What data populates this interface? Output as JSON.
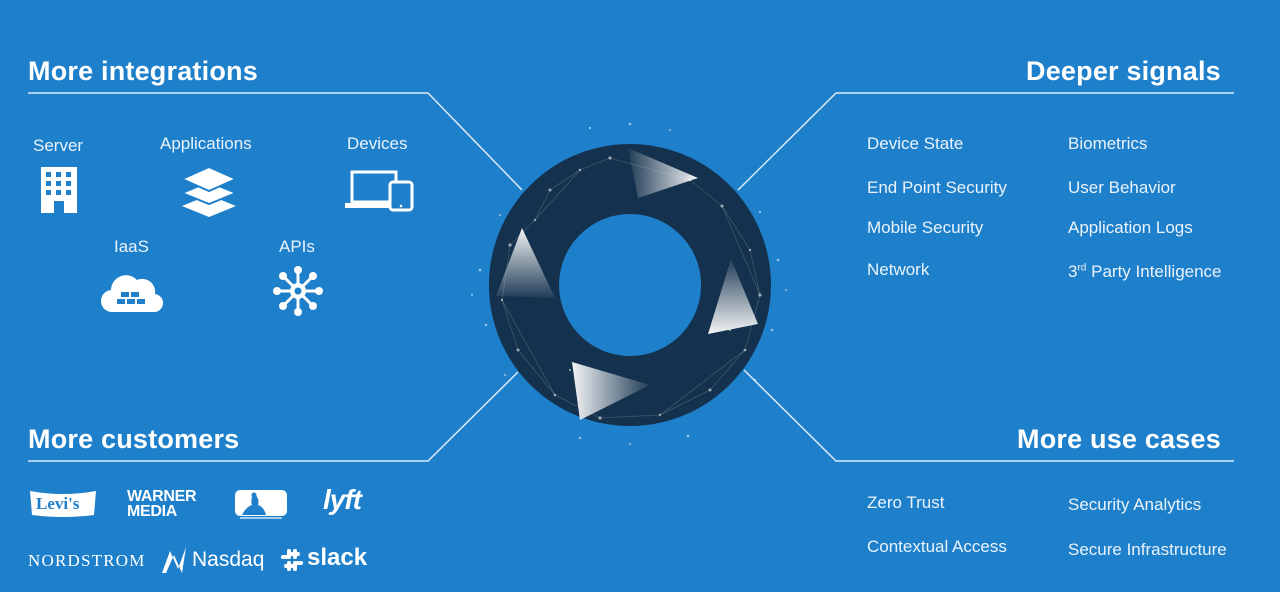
{
  "sections": {
    "integrations": {
      "title": "More integrations",
      "items": [
        {
          "label": "Server",
          "icon": "building-icon"
        },
        {
          "label": "Applications",
          "icon": "layers-icon"
        },
        {
          "label": "Devices",
          "icon": "devices-icon"
        },
        {
          "label": "IaaS",
          "icon": "cloud-icon"
        },
        {
          "label": "APIs",
          "icon": "network-hub-icon"
        }
      ]
    },
    "signals": {
      "title": "Deeper signals",
      "items": [
        "Device State",
        "Biometrics",
        "End Point Security",
        "User Behavior",
        "Mobile Security",
        "Application Logs",
        "Network",
        "Party Intelligence"
      ],
      "third_prefix": "3",
      "third_sup": "rd"
    },
    "customers": {
      "title": "More customers",
      "logos": {
        "levis": "Levi's",
        "warner_line1": "WARNER",
        "warner_line2": "MEDIA",
        "lyft": "lyft",
        "nordstrom": "NORDSTROM",
        "nasdaq": "Nasdaq",
        "slack": "slack"
      }
    },
    "use_cases": {
      "title": "More use cases",
      "items": [
        "Zero Trust",
        "Security Analytics",
        "Contextual Access",
        "Secure Infrastructure"
      ]
    }
  },
  "colors": {
    "background": "#1e7fcb",
    "ring": "#14324d",
    "text": "#ffffff"
  }
}
